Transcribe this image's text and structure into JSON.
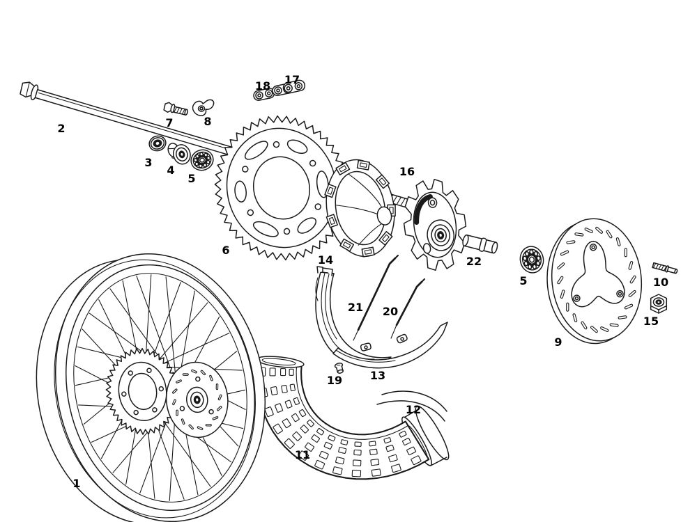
{
  "figure": {
    "background_color": "#ffffff",
    "ink_color": "#1a1a1a",
    "label_color": "#000000"
  },
  "parts": [
    {
      "num": "1"
    },
    {
      "num": "2"
    },
    {
      "num": "3"
    },
    {
      "num": "4"
    },
    {
      "num": "5"
    },
    {
      "num": "6"
    },
    {
      "num": "7"
    },
    {
      "num": "8"
    },
    {
      "num": "9"
    },
    {
      "num": "10"
    },
    {
      "num": "11"
    },
    {
      "num": "12"
    },
    {
      "num": "13"
    },
    {
      "num": "14"
    },
    {
      "num": "15"
    },
    {
      "num": "16"
    },
    {
      "num": "17"
    },
    {
      "num": "18"
    },
    {
      "num": "19"
    },
    {
      "num": "20"
    },
    {
      "num": "21"
    },
    {
      "num": "22"
    }
  ]
}
